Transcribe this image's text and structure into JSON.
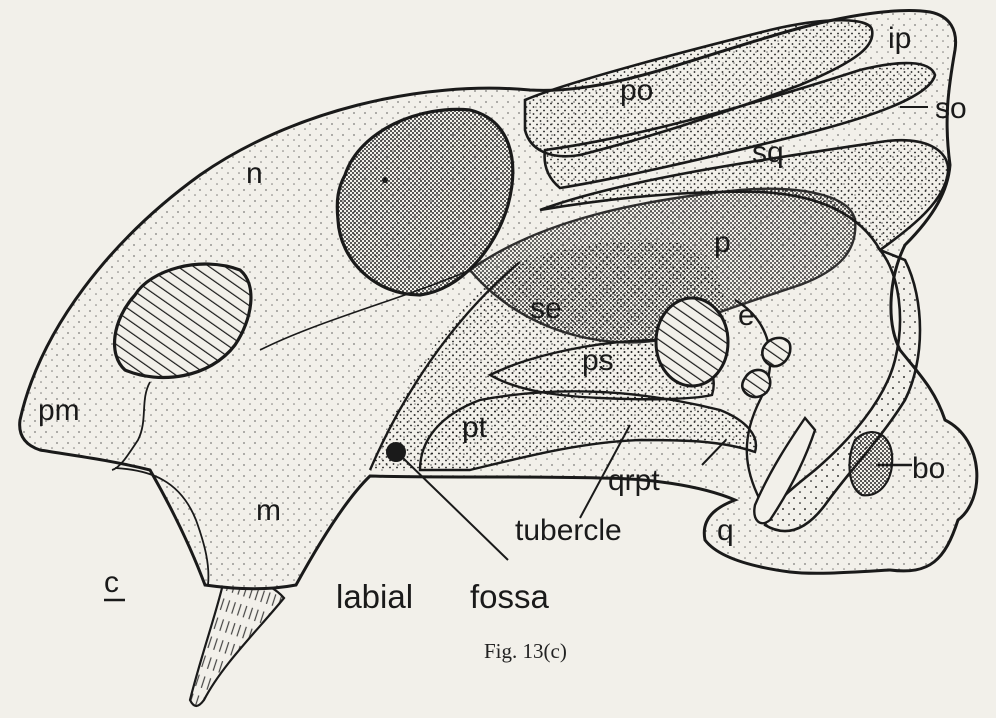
{
  "figure": {
    "caption": "Fig. 13(c)",
    "panel_letter": "c"
  },
  "labels": {
    "ip": "ip",
    "po": "po",
    "so": "so",
    "sq": "sq",
    "n": "n",
    "p": "p",
    "se": "se",
    "e": "e",
    "ps": "ps",
    "pm": "pm",
    "pt": "pt",
    "qrpt": "qrpt",
    "bo": "bo",
    "m": "m",
    "tubercle": "tubercle",
    "q": "q",
    "labial": "labial",
    "fossa": "fossa"
  },
  "colors": {
    "background": "#f2f0ea",
    "ink": "#1a1a1a"
  }
}
